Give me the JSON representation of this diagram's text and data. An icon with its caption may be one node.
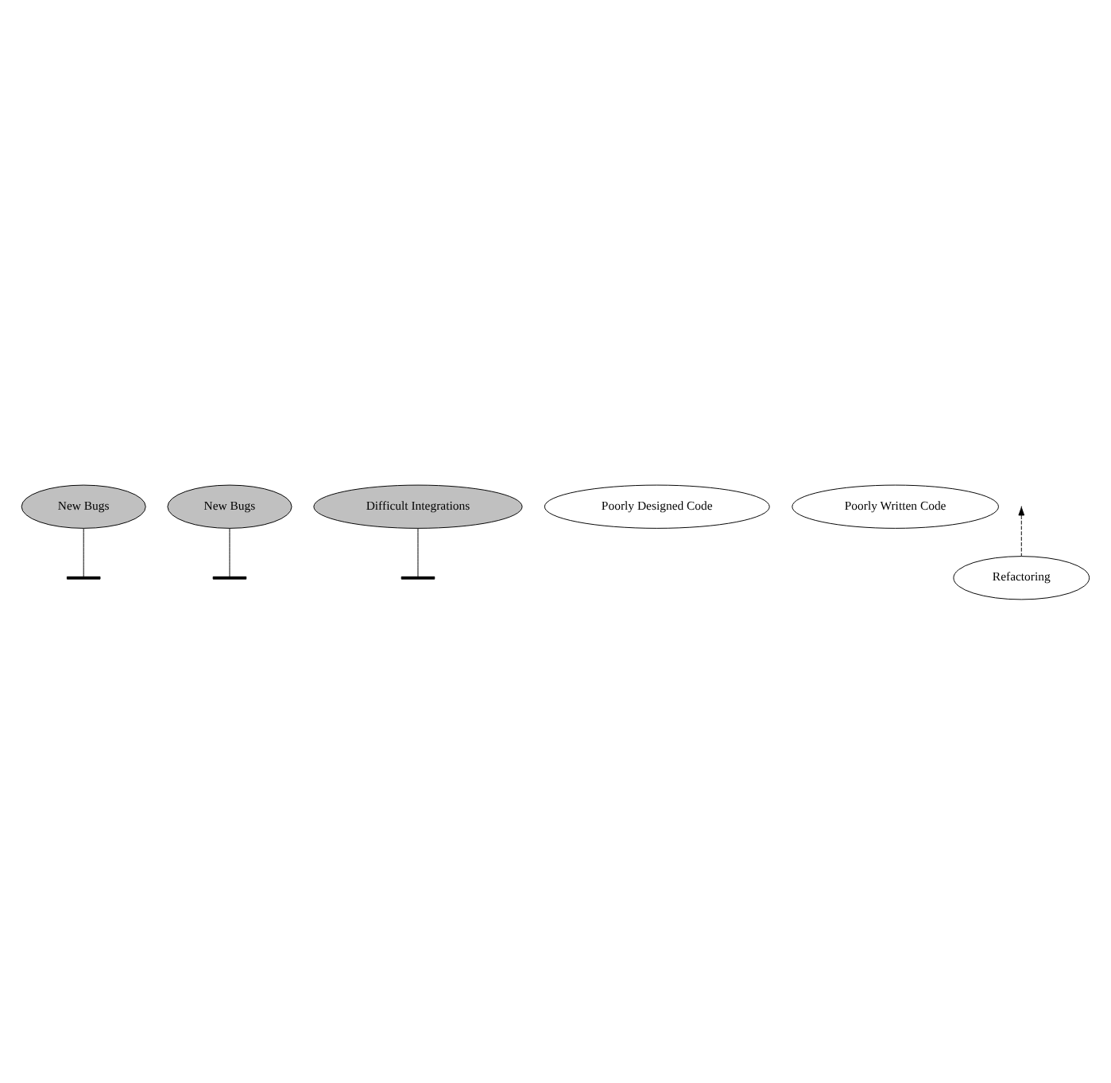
{
  "diagram": {
    "nodes": [
      {
        "text": [
          "New Bugs"
        ]
      },
      {
        "text": [
          "New Bugs"
        ]
      },
      {
        "text": [
          "Difficult Integrations"
        ]
      },
      {
        "text": [],
        "shape": "bar"
      },
      {
        "text": [],
        "shape": "bar"
      },
      {
        "text": [],
        "shape": "bar"
      },
      {
        "text": [
          "Poorly Designed Code"
        ]
      },
      {
        "text": [
          "Poorly Written Code"
        ]
      },
      {
        "text": [
          "Refactoring"
        ]
      }
    ],
    "edges": [
      {
        "from": 0,
        "to": 3,
        "arrow": "none"
      },
      {
        "from": 1,
        "to": 4,
        "arrow": "none"
      },
      {
        "from": 2,
        "to": 5,
        "arrow": "none"
      },
      {
        "from": 8,
        "to": null,
        "arrow": "to",
        "style": "dashed"
      }
    ]
  }
}
